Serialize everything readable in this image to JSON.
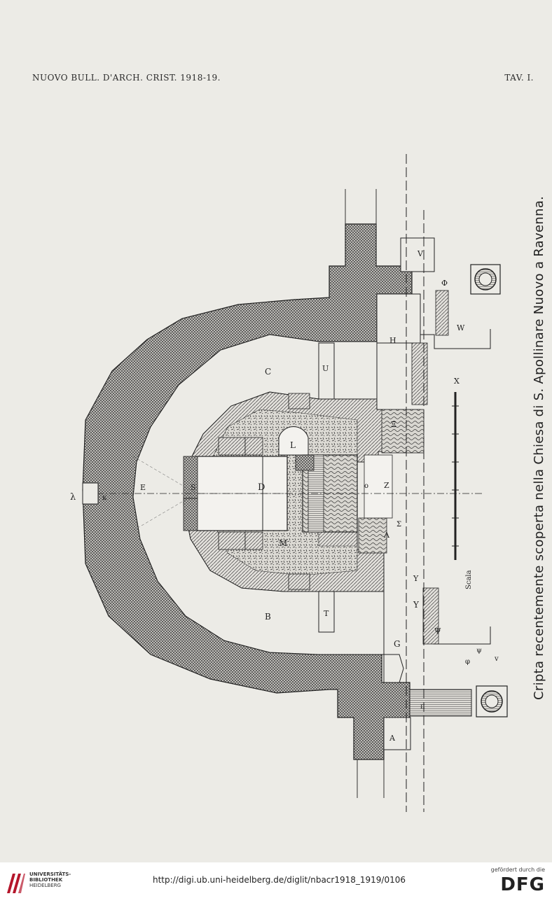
{
  "header": {
    "left": "NUOVO BULL. D'ARCH. CRIST. 1918-19.",
    "right": "TAV. I."
  },
  "caption": "Cripta recentemente scoperta nella Chiesa di S. Apollinare Nuovo a Ravenna.",
  "plan_labels": {
    "A": "A",
    "B": "B",
    "C": "C",
    "D": "D",
    "E": "E",
    "G": "G",
    "H": "H",
    "L": "L",
    "M": "M",
    "S": "S",
    "T": "T",
    "U": "U",
    "V": "V",
    "W": "W",
    "X": "X",
    "Y": "Y",
    "Z": "Z",
    "Lambda": "Λ",
    "Sigma": "Σ",
    "Xi": "Ξ",
    "Phi": "Φ",
    "Psi": "Ψ",
    "lambda": "λ",
    "kappa": "κ",
    "phi_small": "φ",
    "psi_small": "ψ",
    "v_small": "v",
    "pi": "π",
    "omicron": "o",
    "scale_word": "Scala"
  },
  "footer": {
    "institution_line1": "UNIVERSITÄTS-",
    "institution_line2": "BIBLIOTHEK",
    "institution_line3": "HEIDELBERG",
    "url": "http://digi.ub.uni-heidelberg.de/diglit/nbacr1918_1919/0106",
    "funding_text": "gefördert durch die",
    "funder": "DFG"
  }
}
